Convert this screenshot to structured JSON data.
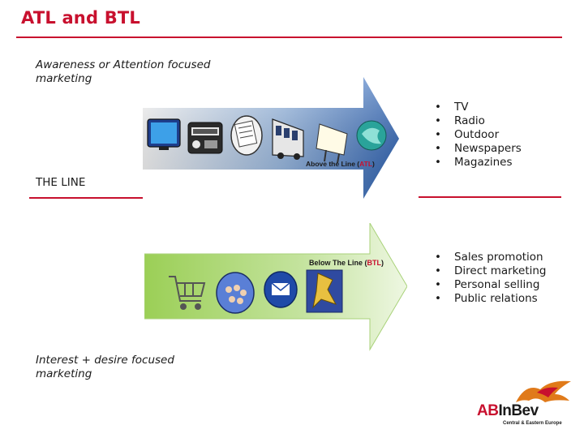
{
  "title": "ATL and BTL",
  "colors": {
    "accent": "#c8102e",
    "atl_blue": "#2f6fc4",
    "btl_green": "#8cc63f"
  },
  "atl": {
    "note": [
      "Awareness or Attention focused",
      "marketing"
    ],
    "banner_label": "Above the Line (",
    "banner_abbr": "ATL",
    "banner_close": ")",
    "icons": [
      "tv-icon",
      "radio-icon",
      "newspaper-icon",
      "bus-icon",
      "billboard-icon",
      "magazine-icon"
    ],
    "items": [
      "TV",
      "Radio",
      "Outdoor",
      "Newspapers",
      "Magazines"
    ]
  },
  "divider": {
    "label": "THE LINE"
  },
  "btl": {
    "note": [
      "Interest + desire focused",
      "marketing"
    ],
    "banner_label": "Below The Line (",
    "banner_abbr": "BTL",
    "banner_close": ")",
    "icons": [
      "shopping-cart-icon",
      "crowd-icon",
      "mail-icon",
      "sales-figure-icon"
    ],
    "items": [
      "Sales promotion",
      "Direct marketing",
      "Personal selling",
      "Public relations"
    ]
  },
  "logo": {
    "wordmark_a": "AB",
    "wordmark_b": "InBev",
    "subtitle": "Central & Eastern Europe"
  }
}
